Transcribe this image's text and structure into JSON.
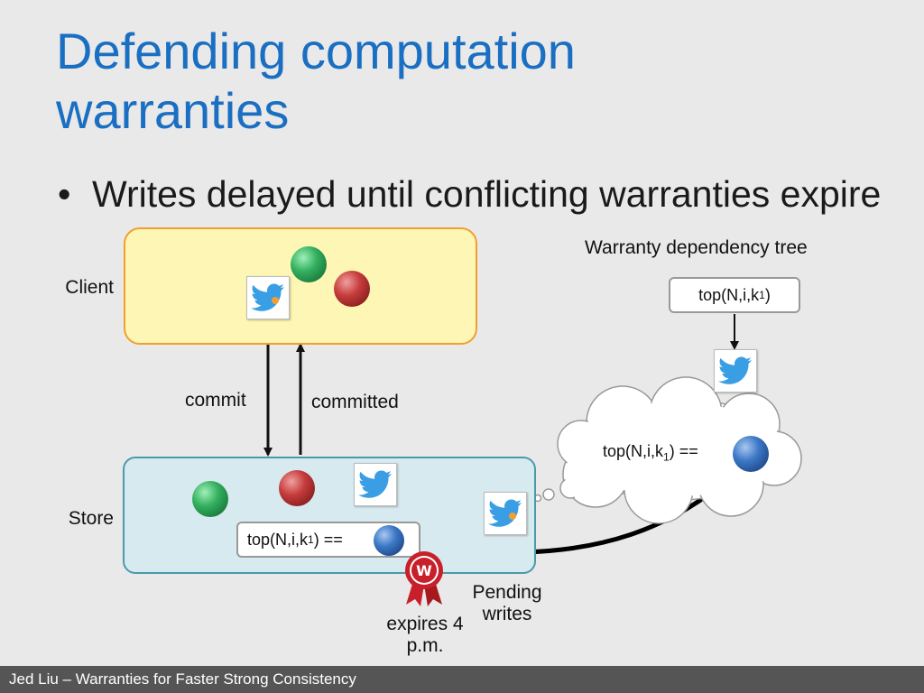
{
  "slide": {
    "title_line1": "Defending computation",
    "title_line2": "warranties",
    "bullet_marker": "•",
    "bullet_text": "Writes delayed until conflicting warranties expire"
  },
  "diagram": {
    "client_label": "Client",
    "store_label": "Store",
    "commit_label": "commit",
    "committed_label": "committed",
    "tree_title": "Warranty dependency tree",
    "tree_node": {
      "text": "top(N,i,k",
      "sub": "1",
      "close": ")"
    },
    "cloud_expr": {
      "text": "top(N,i,k",
      "sub": "1",
      "close": ") =="
    },
    "store_expr": {
      "text": "top(N,i,k",
      "sub": "1",
      "close": ") =="
    },
    "pending_label": "Pending writes",
    "expires_label": "expires 4 p.m.",
    "warranty_seal_letter": "W",
    "colors": {
      "title": "#1a6fc2",
      "client_fill": "#fdf6b4",
      "client_border": "#f0a030",
      "store_fill": "#d7eaf0",
      "store_border": "#4a9ba8",
      "twitter_blue": "#3a9ee4",
      "seal_red": "#c8202a"
    },
    "icons": [
      "twitter-bird-icon",
      "green-object-ball",
      "red-object-ball",
      "blue-object-ball",
      "warranty-seal-icon"
    ]
  },
  "footer": {
    "text": "Jed Liu – Warranties for Faster Strong Consistency"
  }
}
